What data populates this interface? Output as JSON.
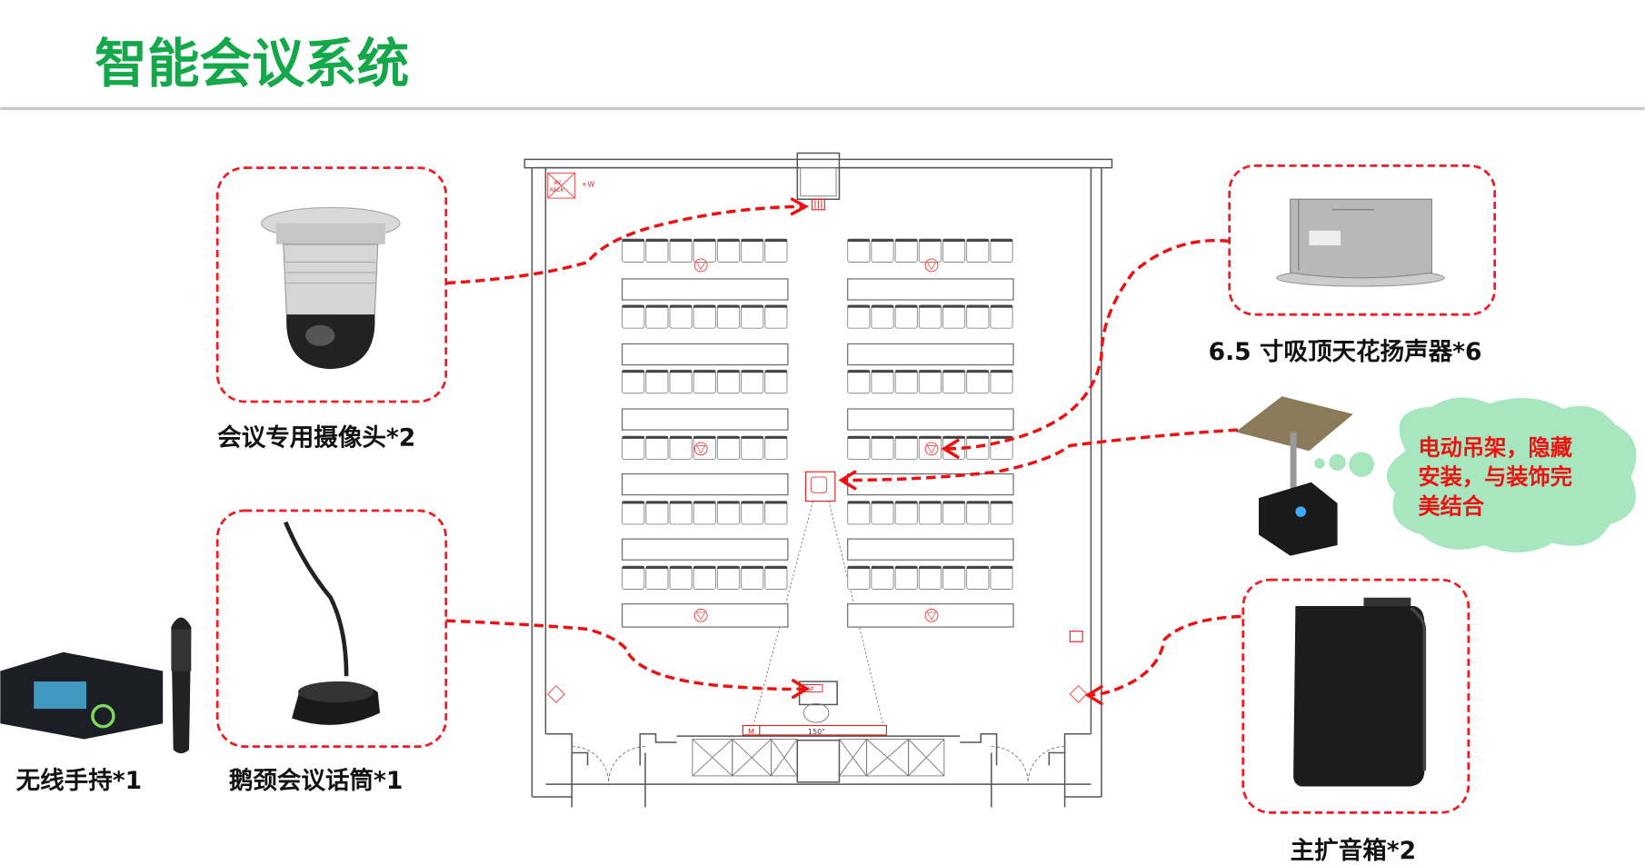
{
  "slide": {
    "title": "智能会议系统",
    "accent_color": "#14a84a",
    "annotation_color": "#ee1111"
  },
  "devices": {
    "camera": {
      "label": "会议专用摄像头*2",
      "icon": "ptz-dome-camera"
    },
    "gooseneck_mic": {
      "label": "鹅颈会议话筒*1",
      "icon": "gooseneck-microphone"
    },
    "wireless_mic": {
      "label": "无线手持*1",
      "icon": "wireless-handheld-microphone"
    },
    "ceiling_speaker": {
      "label": "6.5 寸吸顶天花扬声器*6",
      "icon": "ceiling-speaker"
    },
    "projector": {
      "icon": "projector-lift"
    },
    "main_speaker": {
      "label": "主扩音箱*2",
      "icon": "wall-speaker"
    }
  },
  "callout": {
    "lines": [
      "电动吊架，隐藏",
      "安装，与装饰完",
      "美结合"
    ]
  },
  "floor_plan": {
    "av_rack_line1": "AV",
    "av_rack_line2": "RACK",
    "power_label": "+W",
    "podium_label": "AVF",
    "screen_motor_label": "M",
    "screen_size_label": "150\""
  }
}
